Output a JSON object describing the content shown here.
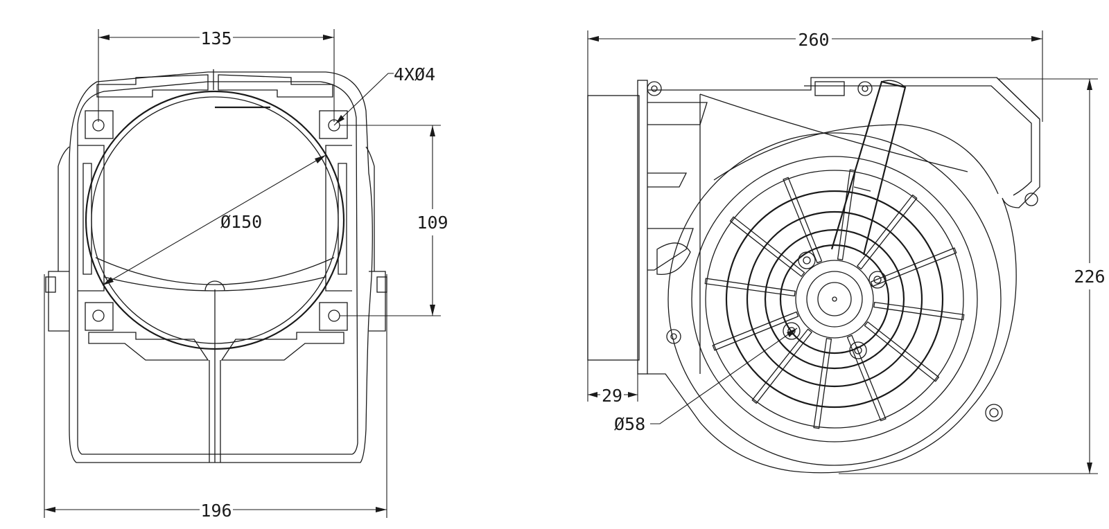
{
  "drawing": {
    "background": "#ffffff",
    "line_color": "#1a1a1a",
    "front_view": {
      "dim_hole_spacing_horizontal": "135",
      "dim_holes": "4XØ4",
      "dim_outlet_diameter": "Ø150",
      "dim_hole_spacing_vertical": "109",
      "dim_overall_width": "196"
    },
    "side_view": {
      "dim_overall_length": "260",
      "dim_overall_height": "226",
      "dim_flange_depth": "29",
      "dim_hub_diameter": "Ø58"
    }
  }
}
